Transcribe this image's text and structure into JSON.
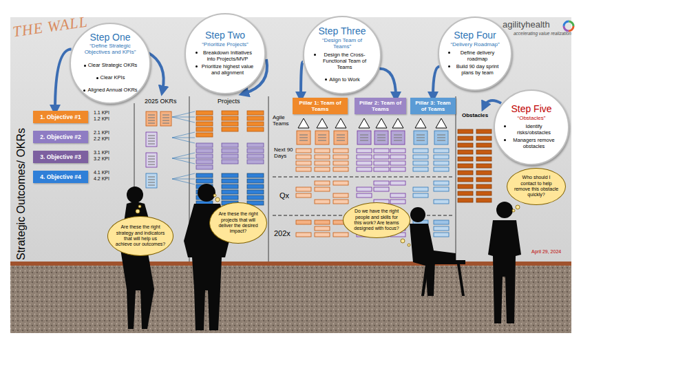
{
  "diagram": {
    "nodes": [
      {
        "text": [
          "Step One",
          "“Define Strategic Objectives and KPIs”",
          "Clear Strategic OKRs",
          "Clear KPIs",
          "Aligned Annual OKRs"
        ]
      },
      {
        "text": [
          "Step Two",
          "“Prioritize Projects”",
          "Breakdown Initiatives into Projects/MVP",
          "Prioritize highest value and alignment"
        ]
      },
      {
        "text": [
          "Step Three",
          "“Design Team of Teams”",
          "Design the Cross-Functional Team of Teams",
          "Align to Work"
        ]
      },
      {
        "text": [
          "Step Four",
          "“Delivery Roadmap”",
          "Define delivery roadmap",
          "Build 90 day sprint plans by team"
        ]
      },
      {
        "text": [
          "Step Five",
          "“Obstacles”",
          "Identify risks/obstacles",
          "Managers remove obstacles"
        ]
      },
      {
        "text": [
          "1. Objective #1"
        ]
      },
      {
        "text": [
          "2. Objective #2"
        ]
      },
      {
        "text": [
          "3. Objective #3"
        ]
      },
      {
        "text": [
          "4. Objective #4"
        ]
      },
      {
        "text": [
          "Pillar 1: Team of Teams"
        ]
      },
      {
        "text": [
          "Pillar 2: Team of Teams"
        ]
      },
      {
        "text": [
          "Pillar 3: Team of Teams"
        ]
      },
      {
        "text": [
          "Are these the right strategy and indicators that will help us achieve our outcomes?"
        ]
      },
      {
        "text": [
          "Are these the right projects that will deliver the desired impact?"
        ]
      },
      {
        "text": [
          "Do we have the right people and skills for this work? Are teams designed with focus?"
        ]
      },
      {
        "text": [
          "Who should I contact to help remove this obstacle quickly?"
        ]
      }
    ],
    "edges": [
      {
        "from": 0,
        "to": 5,
        "arrow": "to"
      },
      {
        "from": 2,
        "to": 9,
        "arrow": "to"
      },
      {
        "from": 2,
        "to": 10,
        "arrow": "to"
      },
      {
        "from": 3,
        "to": 11,
        "arrow": "to"
      }
    ],
    "labels": [
      "THE WALL",
      "agilityhealth",
      "accelerating value realization",
      "Strategic Outcomes/ OKRs",
      "1.1 KPI",
      "1.2 KPI",
      "2.1 KPI",
      "2.2 KPI",
      "3.1 KPI",
      "3.2 KPI",
      "4.1 KPI",
      "4.2 KPI",
      "2025 OKRs",
      "Projects",
      "Agile Teams",
      "Next 90 Days",
      "Qx",
      "202x",
      "Obstacles",
      "April 29, 2024"
    ]
  }
}
